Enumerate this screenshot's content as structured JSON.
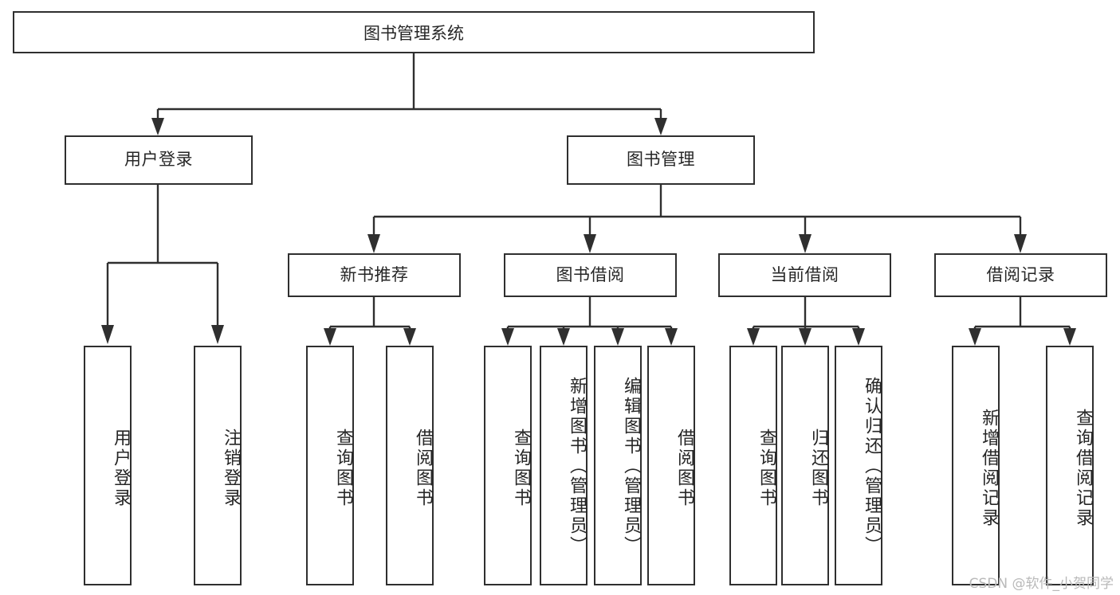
{
  "diagram": {
    "title": "图书管理系统",
    "type": "tree",
    "watermark": "CSDN @软件_小贺同学",
    "colors": {
      "box_border": "#2f2f2f",
      "box_fill": "#ffffff",
      "connector": "#2f2f2f",
      "text": "#262626",
      "watermark": "#b9b9b9",
      "background": "#ffffff"
    },
    "root": {
      "label": "图书管理系统"
    },
    "level2": [
      {
        "label": "用户登录"
      },
      {
        "label": "图书管理"
      }
    ],
    "level3": [
      {
        "label": "新书推荐"
      },
      {
        "label": "图书借阅"
      },
      {
        "label": "当前借阅"
      },
      {
        "label": "借阅记录"
      }
    ],
    "leaves": {
      "user_login": [
        {
          "label": "用户登录"
        },
        {
          "label": "注销登录"
        }
      ],
      "new_book_recommend": [
        {
          "label": "查询图书"
        },
        {
          "label": "借阅图书"
        }
      ],
      "book_borrow": [
        {
          "label": "查询图书"
        },
        {
          "label": "新增图书（管理员）"
        },
        {
          "label": "编辑图书（管理员）"
        },
        {
          "label": "借阅图书"
        }
      ],
      "current_borrow": [
        {
          "label": "查询图书"
        },
        {
          "label": "归还图书"
        },
        {
          "label": "确认归还（管理员）"
        }
      ],
      "borrow_record": [
        {
          "label": "新增借阅记录"
        },
        {
          "label": "查询借阅记录"
        }
      ]
    }
  }
}
